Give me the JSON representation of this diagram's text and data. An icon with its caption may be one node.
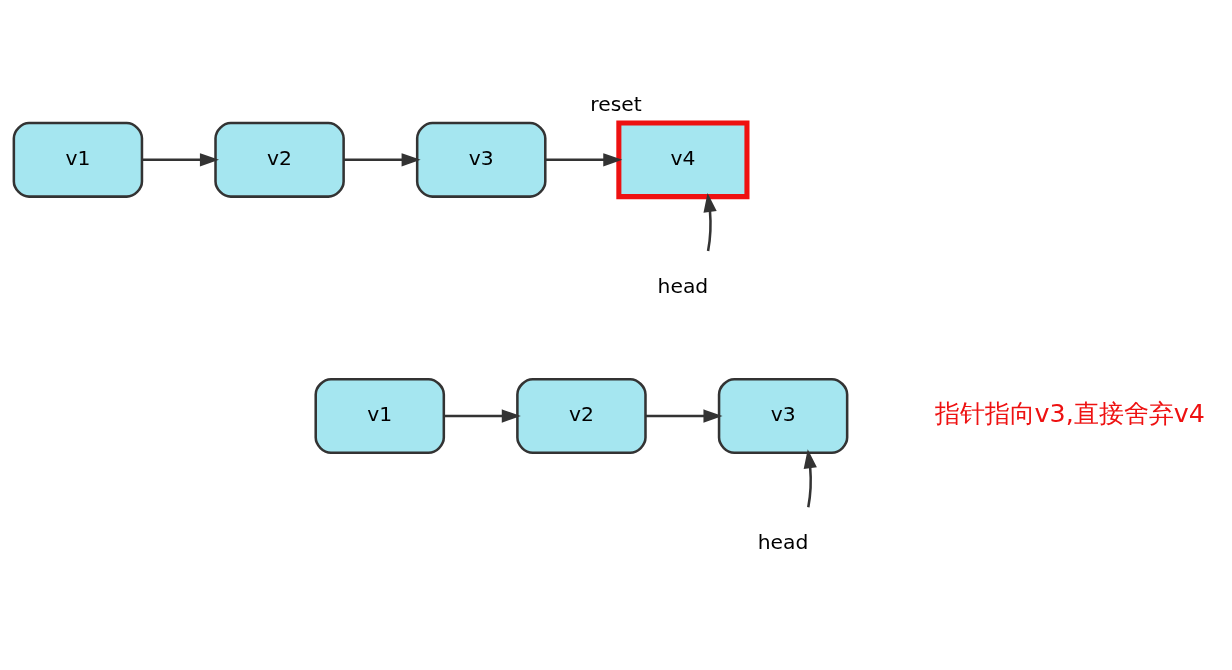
{
  "diagram": {
    "title": "reset",
    "nodes": [
      {
        "text": [
          "v1"
        ]
      },
      {
        "text": [
          "v2"
        ]
      },
      {
        "text": [
          "v3"
        ]
      },
      {
        "text": [
          "v4"
        ]
      },
      {
        "text": [
          "head"
        ]
      },
      {
        "text": [
          "v1"
        ]
      },
      {
        "text": [
          "v2"
        ]
      },
      {
        "text": [
          "v3"
        ]
      },
      {
        "text": [
          "head"
        ]
      }
    ],
    "edges": [
      {
        "from": 0,
        "to": 1,
        "arrow": "to"
      },
      {
        "from": 1,
        "to": 2,
        "arrow": "to"
      },
      {
        "from": 2,
        "to": 3,
        "arrow": "to"
      },
      {
        "from": 4,
        "to": 3,
        "arrow": "to"
      },
      {
        "from": 5,
        "to": 6,
        "arrow": "to"
      },
      {
        "from": 6,
        "to": 7,
        "arrow": "to"
      },
      {
        "from": 8,
        "to": 7,
        "arrow": "to"
      }
    ],
    "labels": [
      "指针指向v3,直接舍弃v4"
    ]
  }
}
